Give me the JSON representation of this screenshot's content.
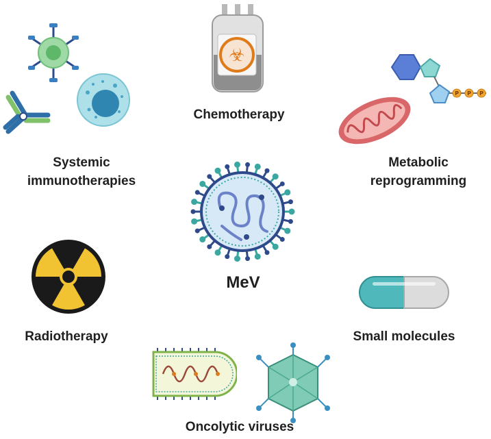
{
  "center": {
    "label": "MeV"
  },
  "therapies": {
    "chemotherapy": "Chemotherapy",
    "systemic_line1": "Systemic",
    "systemic_line2": "immunotherapies",
    "metabolic_line1": "Metabolic",
    "metabolic_line2": "reprogramming",
    "radiotherapy": "Radiotherapy",
    "small_molecules": "Small molecules",
    "oncolytic_viruses": "Oncolytic viruses"
  },
  "metabolite_labels": [
    "P",
    "P",
    "P"
  ],
  "colors": {
    "virus_teal": "#3aa7a0",
    "virus_navy": "#2e4a8b",
    "radiation_yellow": "#f1c232",
    "chemo_orange": "#e07b1a",
    "mitochondria_red": "#d9676a",
    "capsule_teal": "#4fb8bb"
  }
}
